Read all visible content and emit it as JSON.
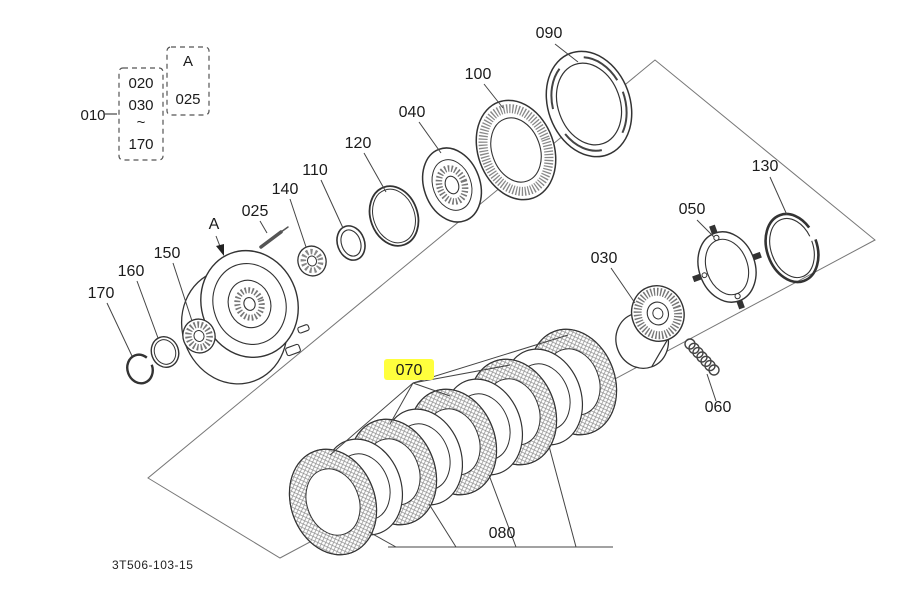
{
  "diagram": {
    "drawing_number": "3T506-103-15",
    "highlight_color": "#ffff3d",
    "highlighted_callout": "070",
    "legend": {
      "group_ref": "010",
      "items": [
        "020",
        "030",
        "~",
        "170"
      ],
      "detail_refs": [
        "A",
        "025"
      ]
    },
    "callouts": {
      "c010": "010",
      "c025": "025",
      "cA": "A",
      "c030": "030",
      "c040": "040",
      "c050": "050",
      "c060": "060",
      "c070": "070",
      "c080": "080",
      "c090": "090",
      "c100": "100",
      "c110": "110",
      "c120": "120",
      "c130": "130",
      "c140": "140",
      "c150": "150",
      "c160": "160",
      "c170": "170"
    }
  }
}
